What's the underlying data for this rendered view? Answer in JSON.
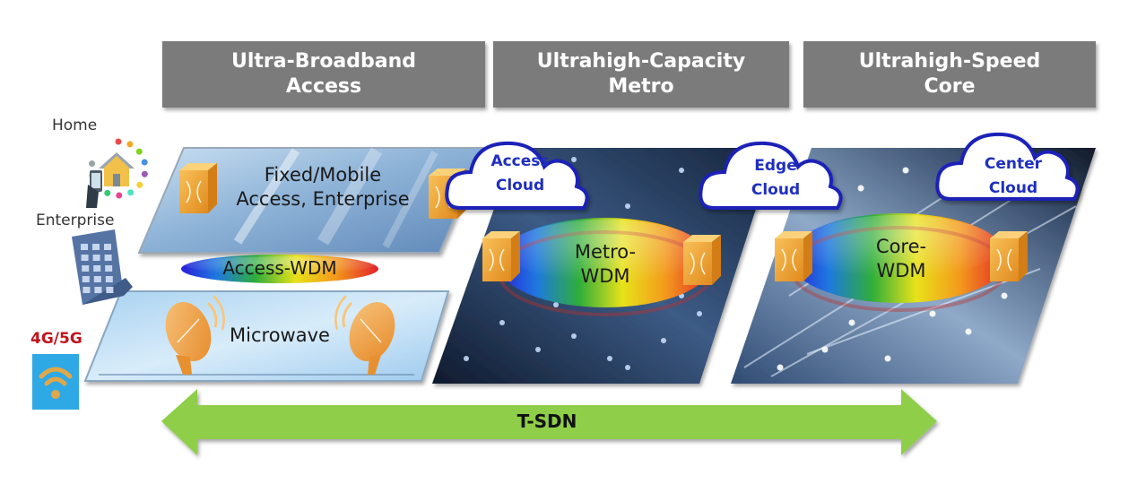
{
  "diagram": {
    "headers": [
      {
        "line1": "Ultra-Broadband",
        "line2": "Access"
      },
      {
        "line1": "Ultrahigh-Capacity",
        "line2": "Metro"
      },
      {
        "line1": "Ultrahigh-Speed",
        "line2": "Core"
      }
    ],
    "left_labels": {
      "home": "Home",
      "enterprise": "Enterprise",
      "mobile": "4G/5G"
    },
    "access_layer": {
      "fixed_line1": "Fixed/Mobile",
      "fixed_line2": "Access, Enterprise",
      "wdm": "Access-WDM",
      "microwave": "Microwave"
    },
    "metro_layer": {
      "line1": "Metro-",
      "line2": "WDM"
    },
    "core_layer": {
      "line1": "Core-",
      "line2": "WDM"
    },
    "clouds": [
      {
        "line1": "Access",
        "line2": "Cloud"
      },
      {
        "line1": "Edge",
        "line2": "Cloud"
      },
      {
        "line1": "Center",
        "line2": "Cloud"
      }
    ],
    "control_arrow": {
      "label": "T-SDN"
    },
    "colors": {
      "header_bg": "#7b7b7b",
      "cloud_stroke": "#1a22b8",
      "cloud_text": "#1f2fc0",
      "arrow_green": "#8fce4a",
      "device_orange": "#f0a93a",
      "mobile_label": "#c0141e",
      "mobile_tile": "#2fa9e6"
    }
  }
}
